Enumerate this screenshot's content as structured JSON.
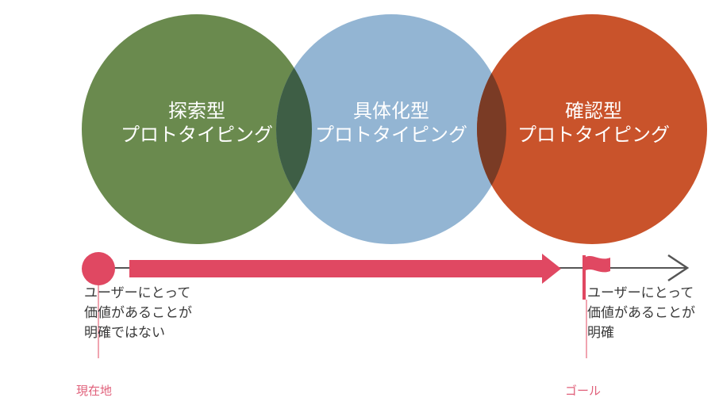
{
  "circles": [
    {
      "line1": "探索型",
      "line2": "プロトタイピング",
      "color": "#6a8a4e"
    },
    {
      "line1": "具体化型",
      "line2": "プロトタイピング",
      "color": "#93b5d3"
    },
    {
      "line1": "確認型",
      "line2": "プロトタイピング",
      "color": "#c9532b"
    }
  ],
  "overlap_colors": [
    "#3e5e45",
    "#7a3b25"
  ],
  "accent_color": "#e04862",
  "axis_color": "#555555",
  "start": {
    "lines": [
      "ユーザーにとって",
      "価値があることが",
      "明確ではない"
    ],
    "marker": "現在地"
  },
  "goal": {
    "lines": [
      "ユーザーにとって",
      "価値があることが",
      "明確"
    ],
    "marker": "ゴール"
  }
}
